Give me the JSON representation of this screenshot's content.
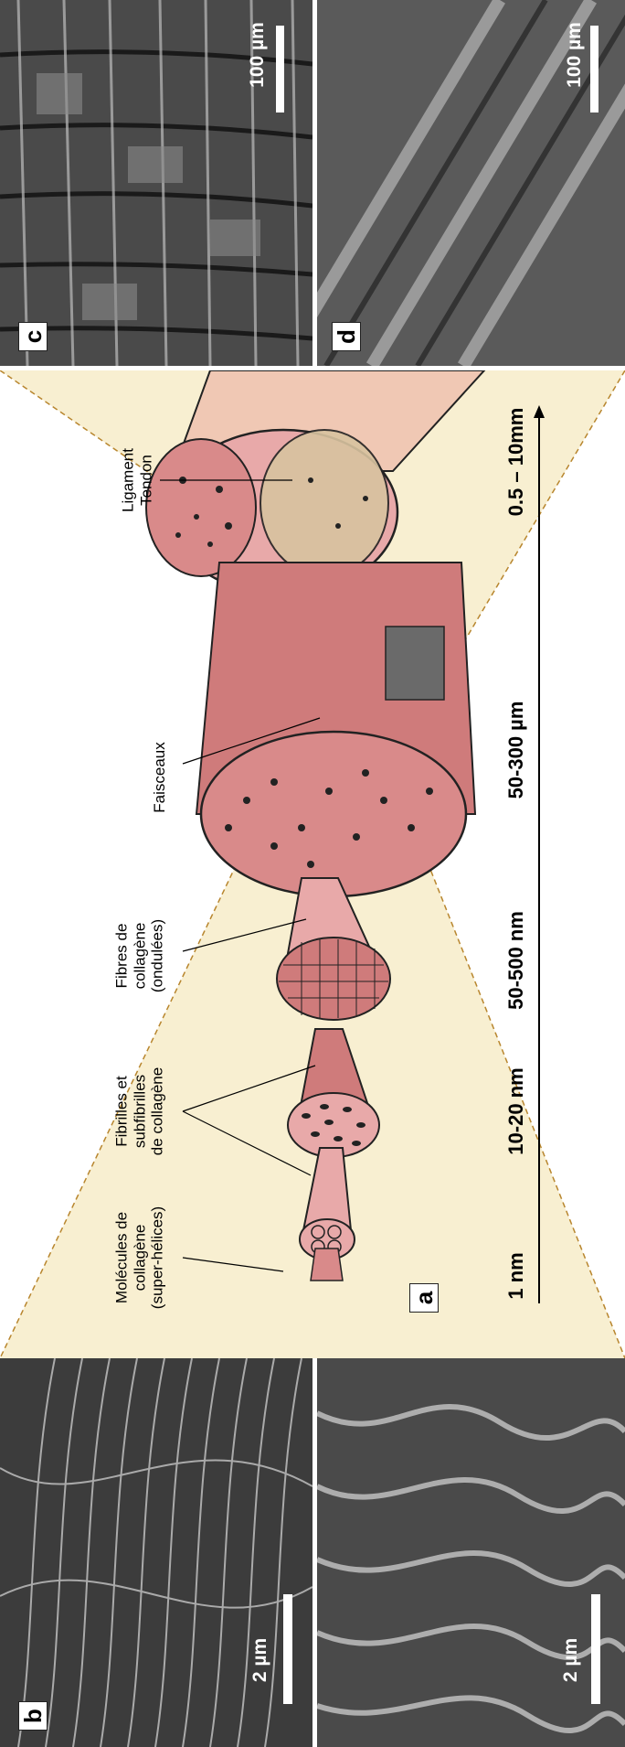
{
  "panels": {
    "a": {
      "letter": "a",
      "labels": {
        "molecules": [
          "Molécules de",
          "collagène",
          "(super-hélices)"
        ],
        "fibrils": [
          "Fibrilles et",
          "subfibrilles",
          "de collagène"
        ],
        "fibres": [
          "Fibres de",
          "collagène",
          "(ondulées)"
        ],
        "fascicles": [
          "Faisceaux"
        ],
        "ligament": [
          "Ligament",
          "Tendon"
        ]
      },
      "scale_axis": [
        "1 nm",
        "10-20 nm",
        "50-500 nm",
        "50-300 µm",
        "0.5 – 10mm"
      ]
    },
    "b": {
      "letter": "b",
      "scale": "2 µm"
    },
    "c": {
      "letter": "c",
      "scale": "100 µm"
    },
    "d": {
      "letter": "d",
      "scale": "100 µm"
    },
    "e": {
      "scale": "2 µm"
    }
  },
  "colors": {
    "tissue_light": "#e8a9a9",
    "tissue_mid": "#d98a8a",
    "tissue_dark": "#cf7b7b",
    "cone": "#f7ecc9",
    "cone_line": "#b8862e",
    "outline": "#222222"
  }
}
